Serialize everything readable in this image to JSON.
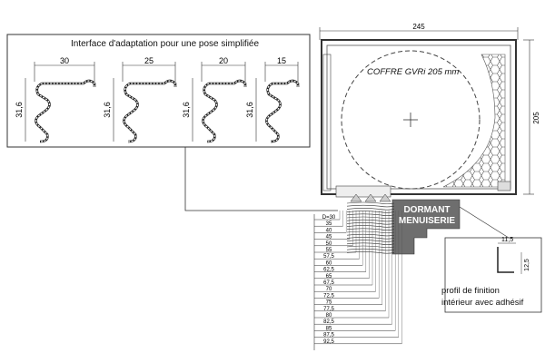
{
  "interface": {
    "title": "Interface d'adaptation pour une pose simplifiée",
    "height_label": "31,6",
    "profiles": [
      {
        "width_label": "30"
      },
      {
        "width_label": "25"
      },
      {
        "width_label": "20"
      },
      {
        "width_label": "15"
      }
    ]
  },
  "coffre": {
    "title": "COFFRE GVRi 205 mm",
    "width_label": "245",
    "height_label": "205"
  },
  "dormant": {
    "line1": "DORMANT",
    "line2": "MENUISERIE",
    "color": "#6e6e6e"
  },
  "finition": {
    "line1": "profil de finition",
    "line2": "intérieur avec adhésif",
    "width_label": "11,5",
    "height_label": "12,5"
  },
  "dimension_scale": [
    "D=30",
    "35",
    "40",
    "45",
    "50",
    "55",
    "57,5",
    "60",
    "62,5",
    "65",
    "67,5",
    "70",
    "72,5",
    "75",
    "77,5",
    "80",
    "82,5",
    "85",
    "87,5",
    "92,5"
  ]
}
